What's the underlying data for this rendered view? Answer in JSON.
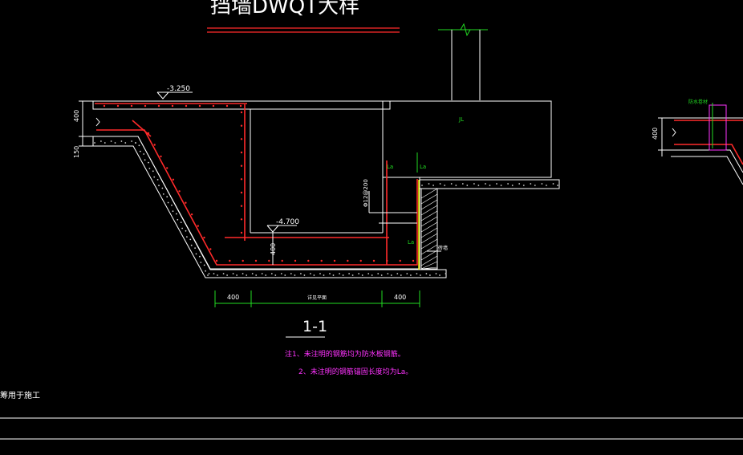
{
  "drawing": {
    "title": "挡墙DWQT大样",
    "section_label": "1-1",
    "bottom_left_label": "筹用于施工"
  },
  "elevations": {
    "top": "-3.250",
    "bottom": "-4.700"
  },
  "dimensions": {
    "left_top": "400",
    "left_lower": "150",
    "right_top": "400",
    "bottom_left": "400",
    "bottom_middle": "详见平面",
    "bottom_right": "400",
    "inner_height": "400"
  },
  "labels": {
    "beam": "JL",
    "lap_1": "La",
    "lap_2": "La",
    "lap_3": "La",
    "rebar_note": "Φ12@200",
    "wall": "砖墙",
    "right_tag": "防水卷材"
  },
  "notes": [
    "注1、未注明的钢筋均为防水板钢筋。",
    "2、未注明的钢筋锚固长度均为La。"
  ],
  "colors": {
    "background": "#000000",
    "lines": "#ffffff",
    "rebar": "#ff2a2a",
    "annotation": "#22dd22",
    "notes": "#ff33ff",
    "waterproof": "#ffff00"
  }
}
